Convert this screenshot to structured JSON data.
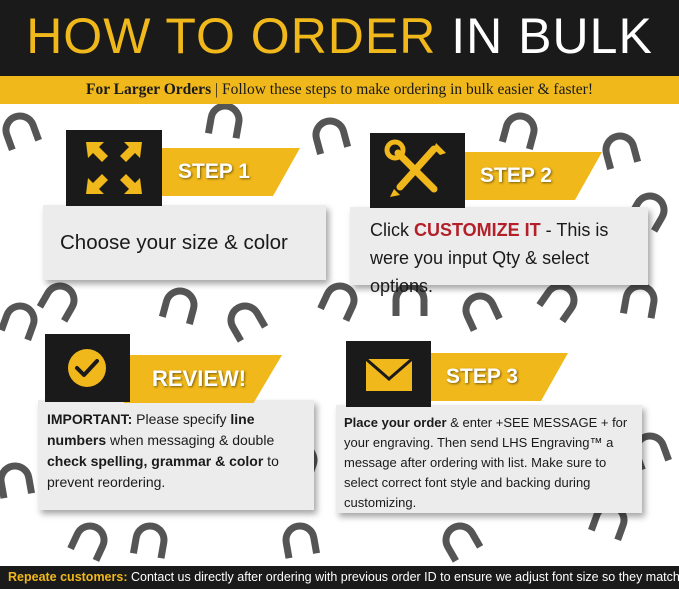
{
  "header": {
    "title_part1": "HOW TO ORDER",
    "title_part2": "IN BULK"
  },
  "subtitle": {
    "bold": "For Larger Orders",
    "rest": " | Follow these steps to make ordering in bulk easier & faster!"
  },
  "step1": {
    "label": "STEP 1",
    "icon": "expand-arrows-icon",
    "text": "Choose your size & color"
  },
  "step2": {
    "label": "STEP 2",
    "icon": "tools-icon",
    "text_prefix": "Click ",
    "highlight": "CUSTOMIZE IT",
    "text_suffix": " - This is were you input Qty & select options."
  },
  "review": {
    "label": "REVIEW!",
    "icon": "checkmark-icon",
    "p1_bold": "IMPORTANT:",
    "p1": " Please specify ",
    "p2_bold": "line numbers",
    "p2": "  when messaging & double ",
    "p3_bold": "check spelling, grammar & color",
    "p4": " to prevent reordering."
  },
  "step3": {
    "label": "STEP 3",
    "icon": "envelope-icon",
    "p1_bold": "Place your order",
    "p1": " & enter +SEE MESSAGE + for your engraving. Then send LHS Engraving™ a message after ordering with list. Make sure to select correct font style and backing during customizing."
  },
  "footer": {
    "bold": "Repeate customers:",
    "rest": " Contact us directly after ordering with previous order ID to ensure we adjust font size so they match."
  },
  "colors": {
    "gold": "#f0b81a",
    "black": "#1a1a1a",
    "red": "#b3202a",
    "card": "#ececec"
  }
}
